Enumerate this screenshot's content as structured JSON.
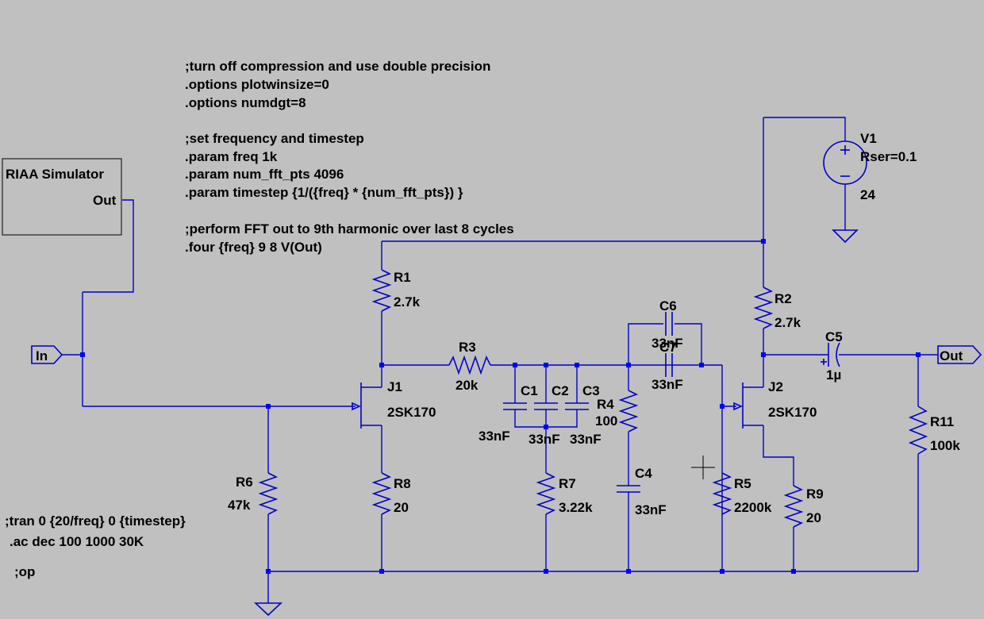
{
  "directives": [
    ";turn off compression and use double precision",
    ".options plotwinsize=0",
    ".options numdgt=8",
    ";set frequency and timestep",
    ".param freq 1k",
    ".param num_fft_pts 4096",
    ".param timestep {1/({freq} * {num_fft_pts}) }",
    ";perform FFT out to 9th harmonic over last 8 cycles",
    ".four {freq} 9 8 V(Out)"
  ],
  "sim_commands": [
    ";tran 0 {20/freq} 0 {timestep}",
    ".ac dec 100 1000 30K",
    ";op"
  ],
  "riaa_block": {
    "title": "RIAA Simulator",
    "port": "Out"
  },
  "net_labels": {
    "input": "In",
    "output": "Out"
  },
  "components": {
    "V1": {
      "name": "V1",
      "param": "Rser=0.1",
      "value": "24"
    },
    "R1": {
      "name": "R1",
      "value": "2.7k"
    },
    "R2": {
      "name": "R2",
      "value": "2.7k"
    },
    "R3": {
      "name": "R3",
      "value": "20k"
    },
    "R4": {
      "name": "R4",
      "value": "100"
    },
    "R5": {
      "name": "R5",
      "value": "2200k"
    },
    "R6": {
      "name": "R6",
      "value": "47k"
    },
    "R7": {
      "name": "R7",
      "value": "3.22k"
    },
    "R8": {
      "name": "R8",
      "value": "20"
    },
    "R9": {
      "name": "R9",
      "value": "20"
    },
    "R11": {
      "name": "R11",
      "value": "100k"
    },
    "C1": {
      "name": "C1",
      "value": "33nF"
    },
    "C2": {
      "name": "C2",
      "value": "33nF"
    },
    "C3": {
      "name": "C3",
      "value": "33nF"
    },
    "C4": {
      "name": "C4",
      "value": "33nF"
    },
    "C5": {
      "name": "C5",
      "value": "1µ"
    },
    "C6": {
      "name": "C6",
      "value": "33nF"
    },
    "C7": {
      "name": "C7",
      "value": "33nF"
    },
    "J1": {
      "name": "J1",
      "value": "2SK170"
    },
    "J2": {
      "name": "J2",
      "value": "2SK170"
    }
  },
  "colors": {
    "background": "#c0c0c0",
    "wire": "#0000c8",
    "junction": "#0000ff",
    "text": "#000000"
  }
}
